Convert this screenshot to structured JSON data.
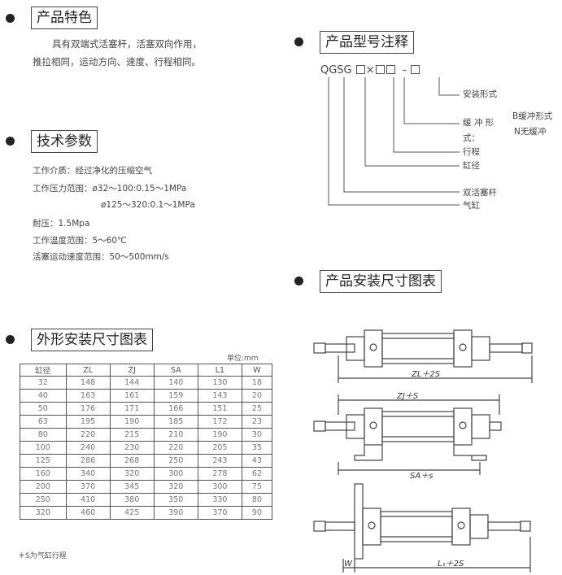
{
  "features": {
    "title": "产品特色",
    "line1": "具有双端式活塞杆，活塞双向作用，",
    "line2": "推拉相同，运动方向、速度、行程相同。"
  },
  "tech": {
    "title": "技术参数",
    "medium": "工作介质：经过净化的压缩空气",
    "pressure1": "工作压力范围：ø32～100:0.15～1MPa",
    "pressure2": "ø125～320:0.1～1MPa",
    "proof": "耐压：1.5Mpa",
    "temp": "工作温度范围：5～60℃",
    "speed": "活塞运动速度范围：50～500mm/s"
  },
  "model": {
    "title": "产品型号注释",
    "prefix": "QGSG",
    "times": "×",
    "dash": "-",
    "labels": {
      "mount": "安装形式",
      "cushion": "缓 冲 形",
      "cushion2": "式：",
      "cushion_b": "B缓冲形式",
      "cushion_n": "N无缓冲",
      "stroke": "行程",
      "bore": "缸径",
      "rod": "双活塞杆",
      "cyl": "气缸"
    }
  },
  "install": {
    "title": "产品安装尺寸图表",
    "dim1": "ZL＋2S",
    "dim2": "ZJ＋S",
    "dim3": "SA＋s",
    "dim4_w": "W",
    "dim4": "L₁＋2S"
  },
  "outline": {
    "title": "外形安装尺寸图表",
    "unit": "单位:mm",
    "headers": [
      "缸径",
      "ZL",
      "ZJ",
      "SA",
      "L1",
      "W"
    ],
    "rows": [
      [
        "32",
        "148",
        "144",
        "140",
        "130",
        "18"
      ],
      [
        "40",
        "163",
        "161",
        "159",
        "143",
        "20"
      ],
      [
        "50",
        "176",
        "171",
        "166",
        "151",
        "25"
      ],
      [
        "63",
        "195",
        "190",
        "185",
        "172",
        "23"
      ],
      [
        "80",
        "220",
        "215",
        "210",
        "190",
        "30"
      ],
      [
        "100",
        "240",
        "230",
        "220",
        "205",
        "35"
      ],
      [
        "125",
        "286",
        "268",
        "250",
        "243",
        "43"
      ],
      [
        "160",
        "340",
        "320",
        "300",
        "278",
        "62"
      ],
      [
        "200",
        "370",
        "345",
        "320",
        "300",
        "75"
      ],
      [
        "250",
        "410",
        "380",
        "350",
        "330",
        "80"
      ],
      [
        "320",
        "460",
        "425",
        "390",
        "370",
        "90"
      ]
    ],
    "note": "＊S为气缸行程"
  }
}
